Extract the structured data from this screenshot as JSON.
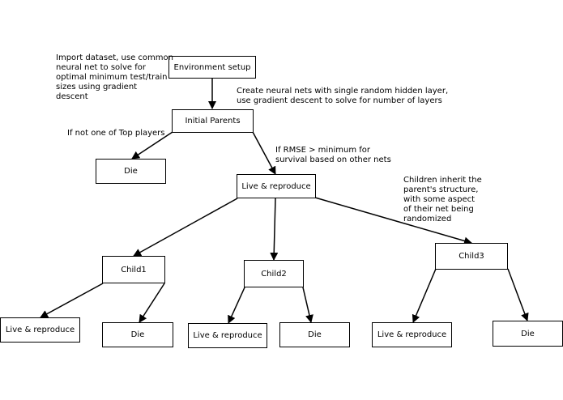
{
  "diagram": {
    "nodes": {
      "env_setup": "Environment setup",
      "initial_parents": "Initial Parents",
      "die_top": "Die",
      "live_reproduce_main": "Live & reproduce",
      "child1": "Child1",
      "child2": "Child2",
      "child3": "Child3",
      "child1_live": "Live & reproduce",
      "child1_die": "Die",
      "child2_live": "Live & reproduce",
      "child2_die": "Die",
      "child3_live": "Live & reproduce",
      "child3_die": "Die"
    },
    "notes": {
      "import_dataset": "Import dataset, use common\nneural net to solve for\noptimal minimum test/train\nsizes using gradient\ndescent",
      "create_nets": "Create neural nets with single random hidden layer,\nuse gradient descent to solve for number of layers",
      "not_top": "If not one of Top players",
      "rmse": "If RMSE > minimum for\nsurvival based on other nets",
      "children_inherit": "Children inherit the\nparent's structure,\nwith some aspect\nof their net being\nrandomized"
    }
  }
}
